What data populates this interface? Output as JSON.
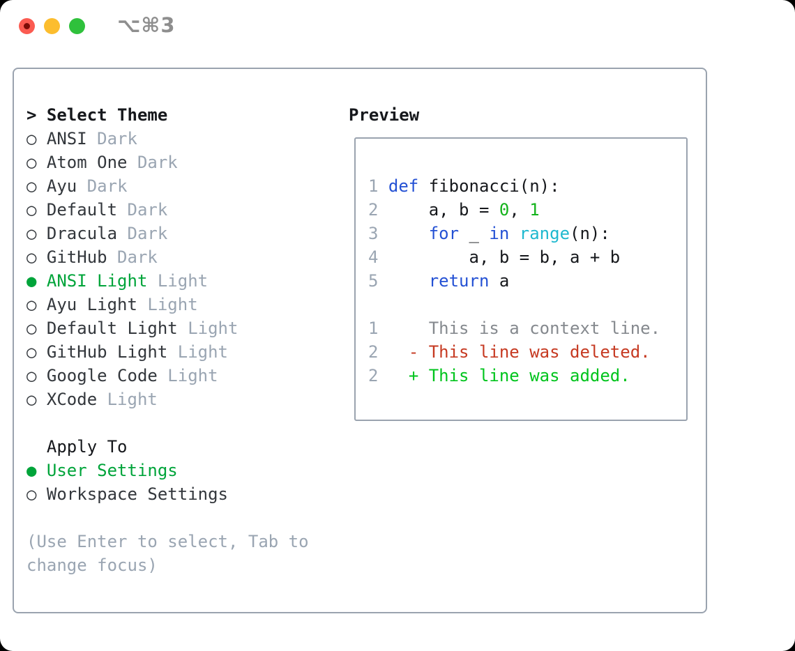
{
  "window": {
    "shortcut": "⌥⌘3",
    "traffic_lights": [
      {
        "name": "close",
        "color": "#fb5b51"
      },
      {
        "name": "minimize",
        "color": "#fcbd2e"
      },
      {
        "name": "maximize",
        "color": "#2fc13c"
      }
    ]
  },
  "theme_picker": {
    "prompt": ">",
    "title": "Select Theme",
    "items": [
      {
        "label": "ANSI",
        "variant": "Dark",
        "selected": false
      },
      {
        "label": "Atom One",
        "variant": "Dark",
        "selected": false
      },
      {
        "label": "Ayu",
        "variant": "Dark",
        "selected": false
      },
      {
        "label": "Default",
        "variant": "Dark",
        "selected": false
      },
      {
        "label": "Dracula",
        "variant": "Dark",
        "selected": false
      },
      {
        "label": "GitHub",
        "variant": "Dark",
        "selected": false
      },
      {
        "label": "ANSI Light",
        "variant": "Light",
        "selected": true
      },
      {
        "label": "Ayu Light",
        "variant": "Light",
        "selected": false
      },
      {
        "label": "Default Light",
        "variant": "Light",
        "selected": false
      },
      {
        "label": "GitHub Light",
        "variant": "Light",
        "selected": false
      },
      {
        "label": "Google Code",
        "variant": "Light",
        "selected": false
      },
      {
        "label": "XCode",
        "variant": "Light",
        "selected": false
      }
    ]
  },
  "apply_to": {
    "title": "Apply To",
    "options": [
      {
        "label": "User Settings",
        "selected": true
      },
      {
        "label": "Workspace Settings",
        "selected": false
      }
    ]
  },
  "hint": "(Use Enter to select, Tab to change focus)",
  "preview": {
    "title": "Preview",
    "code_lines": [
      {
        "num": "1",
        "tokens": [
          {
            "text": "def",
            "style": "kw"
          },
          {
            "text": " fibonacci(n):",
            "style": "pl"
          }
        ]
      },
      {
        "num": "2",
        "tokens": [
          {
            "text": "    a, b = ",
            "style": "pl"
          },
          {
            "text": "0",
            "style": "num"
          },
          {
            "text": ", ",
            "style": "pl"
          },
          {
            "text": "1",
            "style": "num"
          }
        ]
      },
      {
        "num": "3",
        "tokens": [
          {
            "text": "    ",
            "style": "pl"
          },
          {
            "text": "for",
            "style": "kw"
          },
          {
            "text": " _ ",
            "style": "pl"
          },
          {
            "text": "in",
            "style": "kw"
          },
          {
            "text": " ",
            "style": "pl"
          },
          {
            "text": "range",
            "style": "fn"
          },
          {
            "text": "(n):",
            "style": "pl"
          }
        ]
      },
      {
        "num": "4",
        "tokens": [
          {
            "text": "        a, b = b, a + b",
            "style": "pl"
          }
        ]
      },
      {
        "num": "5",
        "tokens": [
          {
            "text": "    ",
            "style": "pl"
          },
          {
            "text": "return",
            "style": "kw"
          },
          {
            "text": " a",
            "style": "pl"
          }
        ]
      }
    ],
    "diff_lines": [
      {
        "num": "1",
        "marker": "",
        "text": "This is a context line.",
        "kind": "context"
      },
      {
        "num": "2",
        "marker": "-",
        "text": "This line was deleted.",
        "kind": "deleted"
      },
      {
        "num": "2",
        "marker": "+",
        "text": "This line was added.",
        "kind": "added"
      }
    ]
  },
  "colors": {
    "selection_green": "#00a43a",
    "keyword_blue": "#2451d4",
    "builtin_cyan": "#1fb9cf",
    "number_green": "#14b31c",
    "diff_added_green": "#00c41d",
    "diff_deleted_red": "#c63a22",
    "muted_gray": "#9aa5b2",
    "context_gray": "#85898e",
    "text_dark": "#33373c",
    "title_black": "#16181c",
    "border_gray": "#9aa3af",
    "traffic_red": "#fb5b51",
    "traffic_yellow": "#fcbd2e",
    "traffic_green": "#2fc13c",
    "shortcut_gray": "#8e8e8e"
  }
}
